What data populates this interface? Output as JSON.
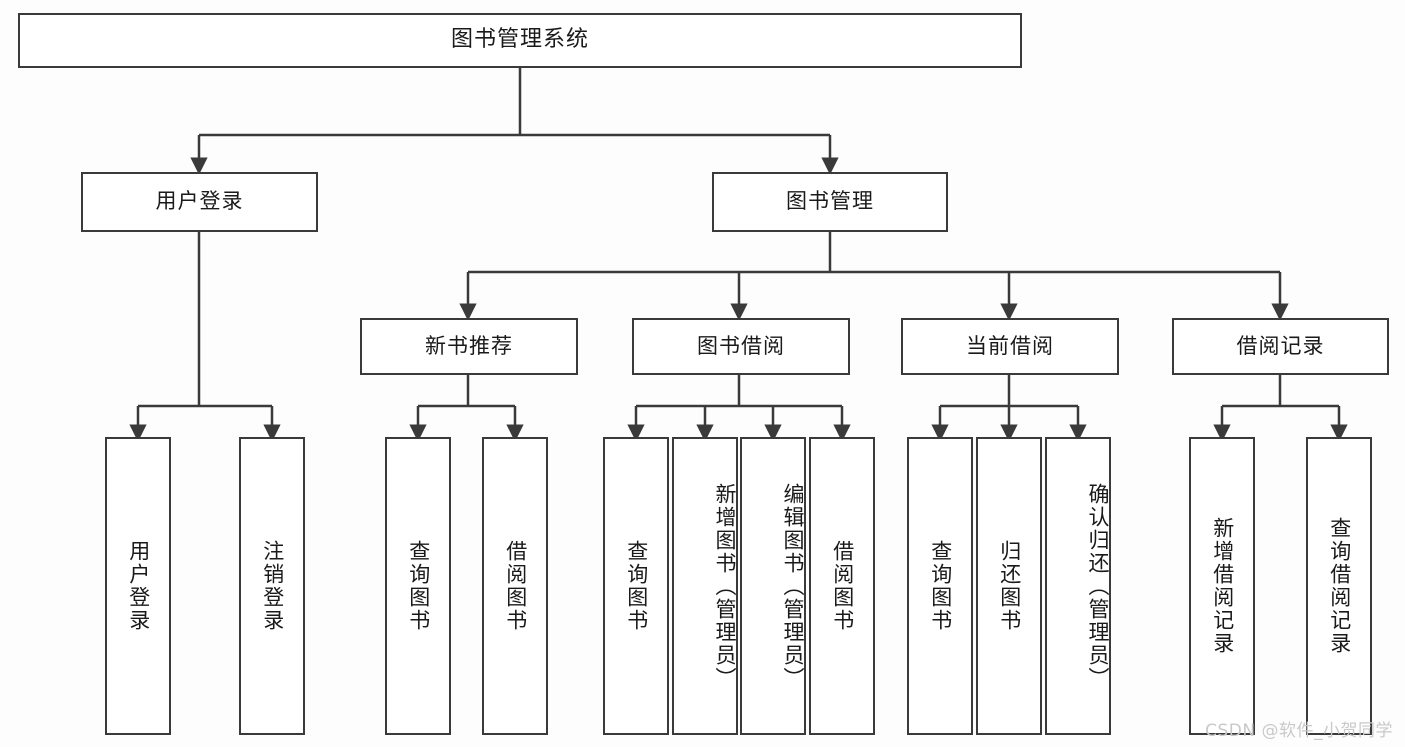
{
  "diagram": {
    "title": "图书管理系统",
    "type": "hierarchy-tree",
    "watermark": "CSDN @软件_小贺同学",
    "colors": {
      "background": "#fdfdfd",
      "node_fill": "#ffffff",
      "stroke": "#3a3a3a",
      "text": "#1a1a1a",
      "watermark": "#c9c9c9"
    },
    "nodes": {
      "root": {
        "label": "图书管理系统",
        "level": 0,
        "orientation": "horizontal"
      },
      "user_login": {
        "label": "用户登录",
        "level": 1,
        "orientation": "horizontal"
      },
      "book_manage": {
        "label": "图书管理",
        "level": 1,
        "orientation": "horizontal"
      },
      "new_book_rec": {
        "label": "新书推荐",
        "level": 2,
        "orientation": "horizontal"
      },
      "book_borrow": {
        "label": "图书借阅",
        "level": 2,
        "orientation": "horizontal"
      },
      "current_borrow": {
        "label": "当前借阅",
        "level": 2,
        "orientation": "horizontal"
      },
      "borrow_record": {
        "label": "借阅记录",
        "level": 2,
        "orientation": "horizontal"
      },
      "leaf_user_login": {
        "label": "用户登录",
        "level": 2,
        "orientation": "vertical"
      },
      "leaf_logout": {
        "label": "注销登录",
        "level": 2,
        "orientation": "vertical"
      },
      "leaf_query_book_1": {
        "label": "查询图书",
        "level": 3,
        "orientation": "vertical"
      },
      "leaf_borrow_book_1": {
        "label": "借阅图书",
        "level": 3,
        "orientation": "vertical"
      },
      "leaf_query_book_2": {
        "label": "查询图书",
        "level": 3,
        "orientation": "vertical"
      },
      "leaf_add_book": {
        "label": "新增图书（管理员）",
        "level": 3,
        "orientation": "vertical"
      },
      "leaf_edit_book": {
        "label": "编辑图书（管理员）",
        "level": 3,
        "orientation": "vertical"
      },
      "leaf_borrow_book_2": {
        "label": "借阅图书",
        "level": 3,
        "orientation": "vertical"
      },
      "leaf_query_book_3": {
        "label": "查询图书",
        "level": 3,
        "orientation": "vertical"
      },
      "leaf_return_book": {
        "label": "归还图书",
        "level": 3,
        "orientation": "vertical"
      },
      "leaf_confirm_return": {
        "label": "确认归还（管理员）",
        "level": 3,
        "orientation": "vertical"
      },
      "leaf_add_record": {
        "label": "新增借阅记录",
        "level": 3,
        "orientation": "vertical"
      },
      "leaf_query_record": {
        "label": "查询借阅记录",
        "level": 3,
        "orientation": "vertical"
      }
    },
    "tree": [
      {
        "label": "图书管理系统",
        "children": [
          {
            "label": "用户登录",
            "children": [
              {
                "label": "用户登录"
              },
              {
                "label": "注销登录"
              }
            ]
          },
          {
            "label": "图书管理",
            "children": [
              {
                "label": "新书推荐",
                "children": [
                  {
                    "label": "查询图书"
                  },
                  {
                    "label": "借阅图书"
                  }
                ]
              },
              {
                "label": "图书借阅",
                "children": [
                  {
                    "label": "查询图书"
                  },
                  {
                    "label": "新增图书（管理员）"
                  },
                  {
                    "label": "编辑图书（管理员）"
                  },
                  {
                    "label": "借阅图书"
                  }
                ]
              },
              {
                "label": "当前借阅",
                "children": [
                  {
                    "label": "查询图书"
                  },
                  {
                    "label": "归还图书"
                  },
                  {
                    "label": "确认归还（管理员）"
                  }
                ]
              },
              {
                "label": "借阅记录",
                "children": [
                  {
                    "label": "新增借阅记录"
                  },
                  {
                    "label": "查询借阅记录"
                  }
                ]
              }
            ]
          }
        ]
      }
    ]
  }
}
